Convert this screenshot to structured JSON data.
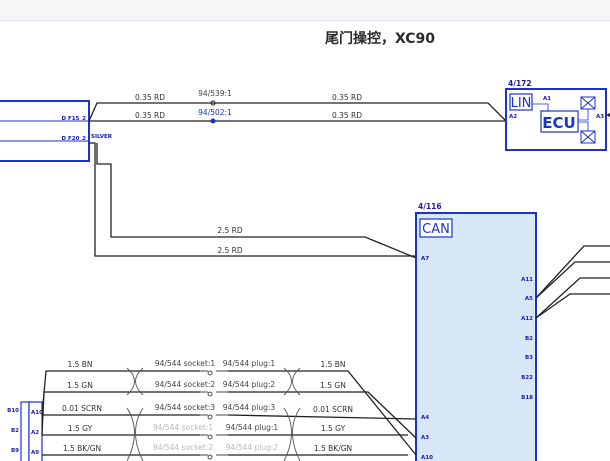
{
  "page_title": "尾门操控，XC90",
  "left_connector": {
    "pin1": "D F15_2",
    "pin2": "D F20_2",
    "silver_label": "SILVER"
  },
  "top_wires": [
    {
      "left_label": "0.35 RD",
      "mid_label": "94/539:1",
      "right_label": "0.35 RD"
    },
    {
      "left_label": "0.35 RD",
      "mid_label": "94/502:1",
      "right_label": "0.35 RD"
    }
  ],
  "ecu": {
    "ref": "4/172",
    "lin_label": "LIN",
    "ecu_label": "ECU",
    "pin_a1": "A1",
    "pin_a2": "A2",
    "pin_a3": "A3"
  },
  "power_wires": [
    {
      "label": "2.5 RD"
    },
    {
      "label": "2.5 RD"
    }
  ],
  "can_module": {
    "ref": "4/116",
    "can_label": "CAN",
    "pins": [
      "A7",
      "A11",
      "A5",
      "A12",
      "B2",
      "B3",
      "B22",
      "B18",
      "A4",
      "A3",
      "A10"
    ]
  },
  "bottom_left_pins": [
    "B10",
    "A10",
    "B2",
    "A2",
    "B9",
    "A9"
  ],
  "bottom_wires": [
    {
      "left": "1.5 BN",
      "socket": "94/544 socket:1",
      "plug": "94/544 plug:1",
      "right": "1.5 BN"
    },
    {
      "left": "1.5 GN",
      "socket": "94/544 socket:2",
      "plug": "94/544 plug:2",
      "right": "1.5 GN"
    },
    {
      "left": "0.01 SCRN",
      "socket": "94/544 socket:3",
      "plug": "94/544 plug:3",
      "right": "0.01 SCRN"
    },
    {
      "left": "1.5 GY",
      "socket": "94/544 socket:1",
      "plug": "94/544 plug:1",
      "right": "1.5 GY"
    },
    {
      "left": "1.5 BK/GN",
      "socket": "94/544 socket:2",
      "plug": "94/544 plug:2",
      "right": "1.5 BK/GN"
    }
  ]
}
